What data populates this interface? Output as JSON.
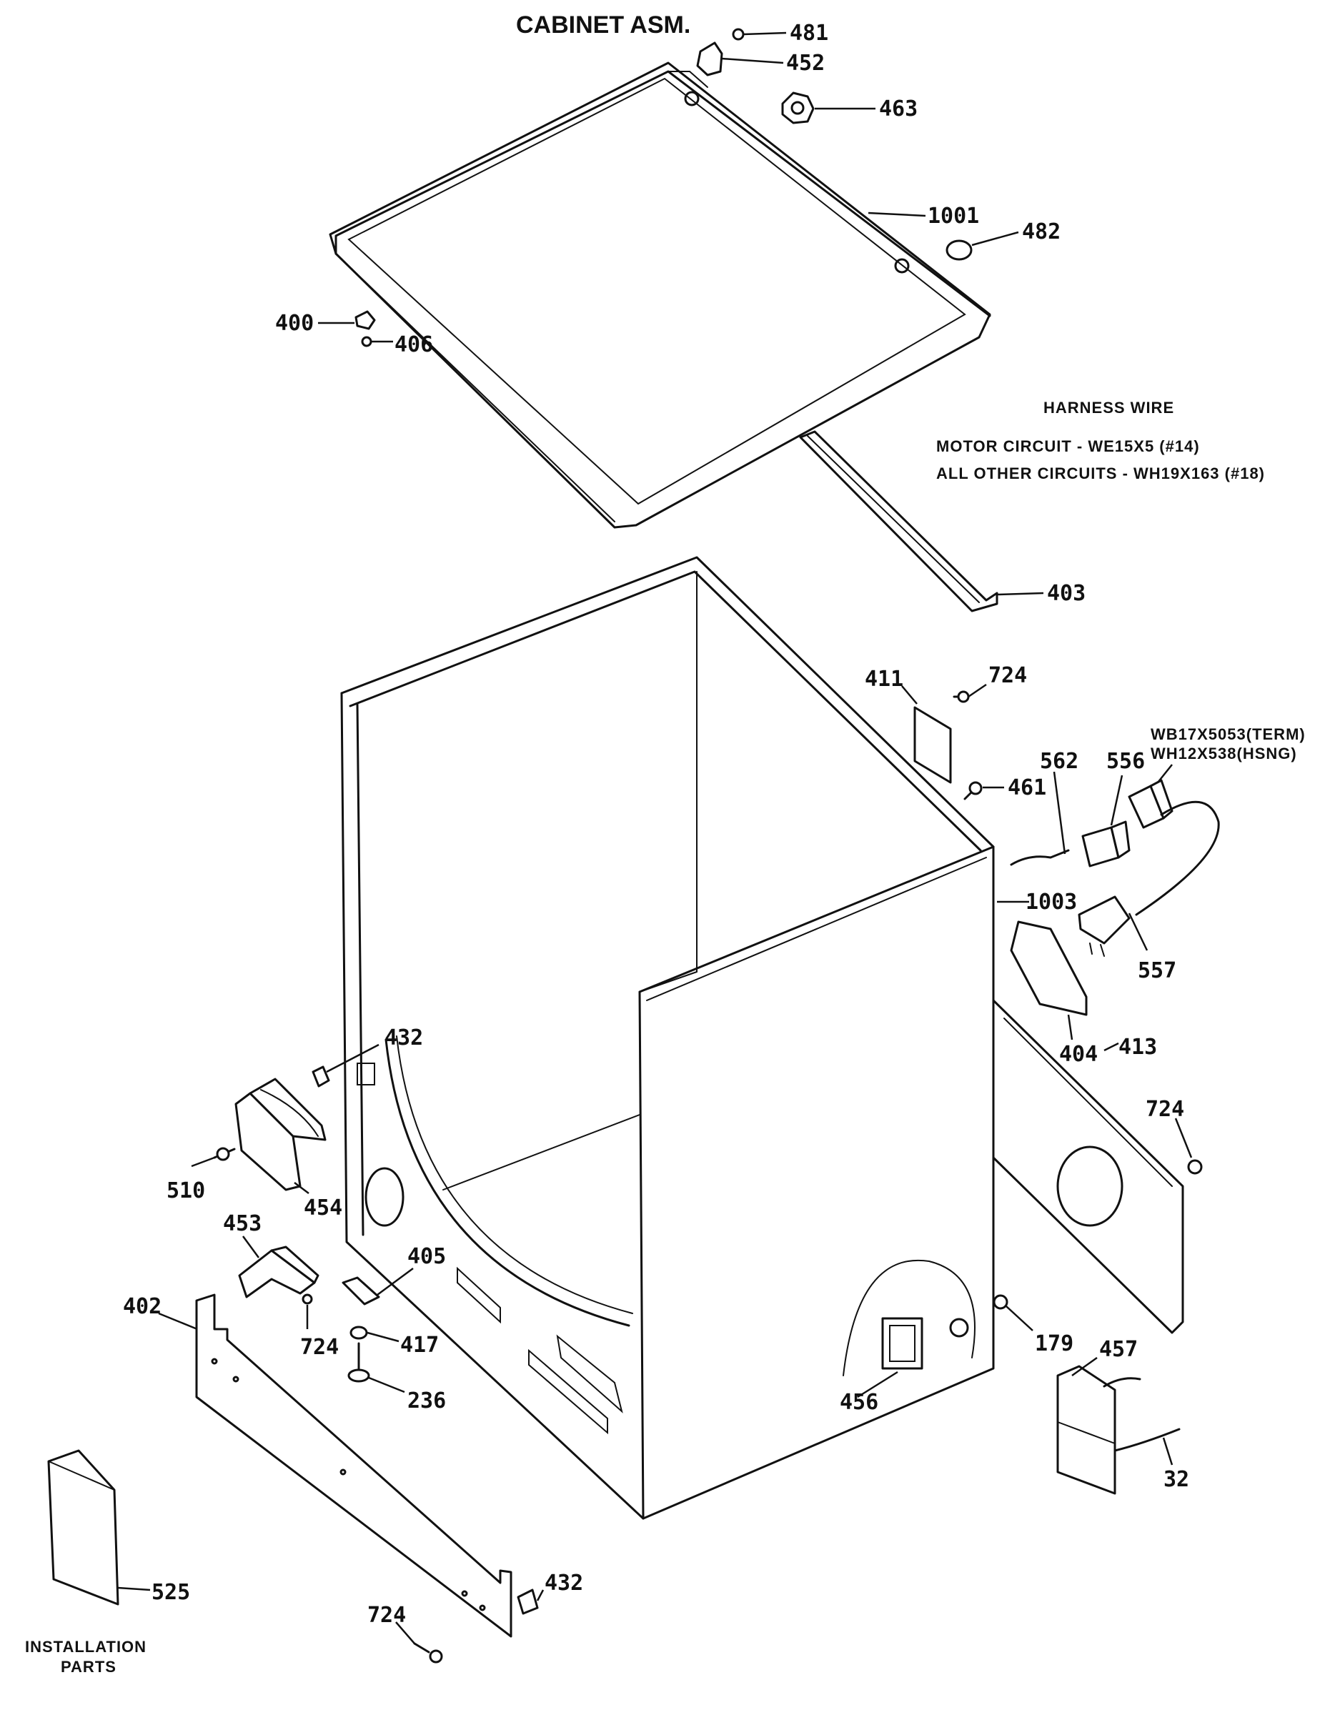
{
  "title": "CABINET ASM.",
  "notes": {
    "heading": "HARNESS WIRE",
    "line1": "MOTOR CIRCUIT - WE15X5 (#14)",
    "line2": "ALL OTHER CIRCUITS - WH19X163 (#18)"
  },
  "parts": {
    "p481": "481",
    "p452": "452",
    "p463": "463",
    "p1001": "1001",
    "p482": "482",
    "p400": "400",
    "p406": "406",
    "p403": "403",
    "p411": "411",
    "p724a": "724",
    "p461": "461",
    "p562": "562",
    "p556": "556",
    "p557": "557",
    "p1003": "1003",
    "p404": "404",
    "p413": "413",
    "p724b": "724",
    "p432a": "432",
    "p454": "454",
    "p510": "510",
    "p453": "453",
    "p724c": "724",
    "p405": "405",
    "p417": "417",
    "p236": "236",
    "p402": "402",
    "p179": "179",
    "p457": "457",
    "p456": "456",
    "p32": "32",
    "p432b": "432",
    "p724d": "724",
    "p525": "525"
  },
  "term_label": "WB17X5053(TERM)",
  "hsng_label": "WH12X538(HSNG)",
  "installation": {
    "line1": "INSTALLATION",
    "line2": "PARTS"
  }
}
